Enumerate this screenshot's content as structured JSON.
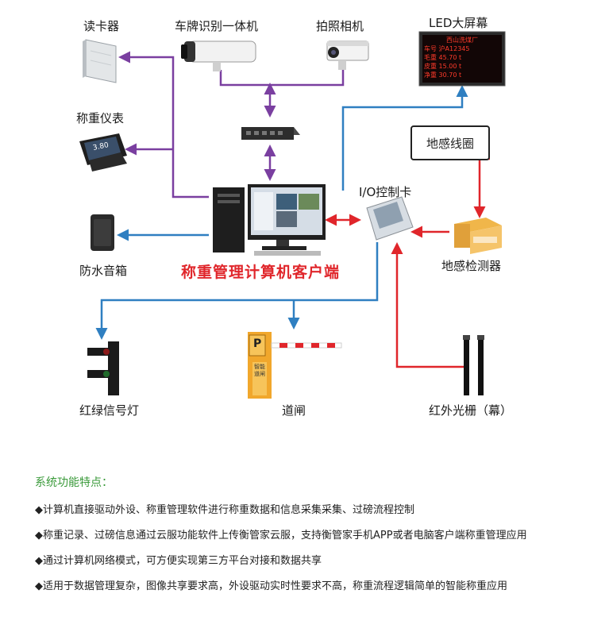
{
  "devices": {
    "card_reader": "读卡器",
    "plate_camera": "车牌识别一体机",
    "photo_camera": "拍照相机",
    "led_screen": "LED大屏幕",
    "weighing_indicator": "称重仪表",
    "loop_coil": "地感线圈",
    "io_card": "I/O控制卡",
    "speaker": "防水音箱",
    "loop_detector": "地感检测器",
    "client_title": "称重管理计算机客户端",
    "traffic_light": "红绿信号灯",
    "barrier_gate": "道闸",
    "infrared_curtain": "红外光栅（幕）"
  },
  "led_content": {
    "line1": "西山洗煤厂",
    "rows": [
      {
        "k": "车号",
        "v": "沪A12345"
      },
      {
        "k": "毛重",
        "v": "45.70  t"
      },
      {
        "k": "皮重",
        "v": "15.00  t"
      },
      {
        "k": "净重",
        "v": "30.70  t"
      }
    ]
  },
  "indicator_value": "3.80",
  "gate_text": "智能道闸",
  "gate_letter": "P",
  "features": {
    "title": "系统功能特点：",
    "items": [
      "◆计算机直接驱动外设、称重管理软件进行称重数据和信息采集采集、过磅流程控制",
      "◆称重记录、过磅信息通过云服功能软件上传衡管家云服，支持衡管家手机APP或者电脑客户端称重管理应用",
      "◆通过计算机网络模式，可方便实现第三方平台对接和数据共享",
      "◆适用于数据管理复杂，图像共享要求高，外设驱动实时性要求不高，称重流程逻辑简单的智能称重应用"
    ]
  },
  "colors": {
    "purple": "#7a3fa0",
    "blue": "#2f7fc1",
    "red": "#e0262b",
    "green_title": "#3a9a3a"
  }
}
